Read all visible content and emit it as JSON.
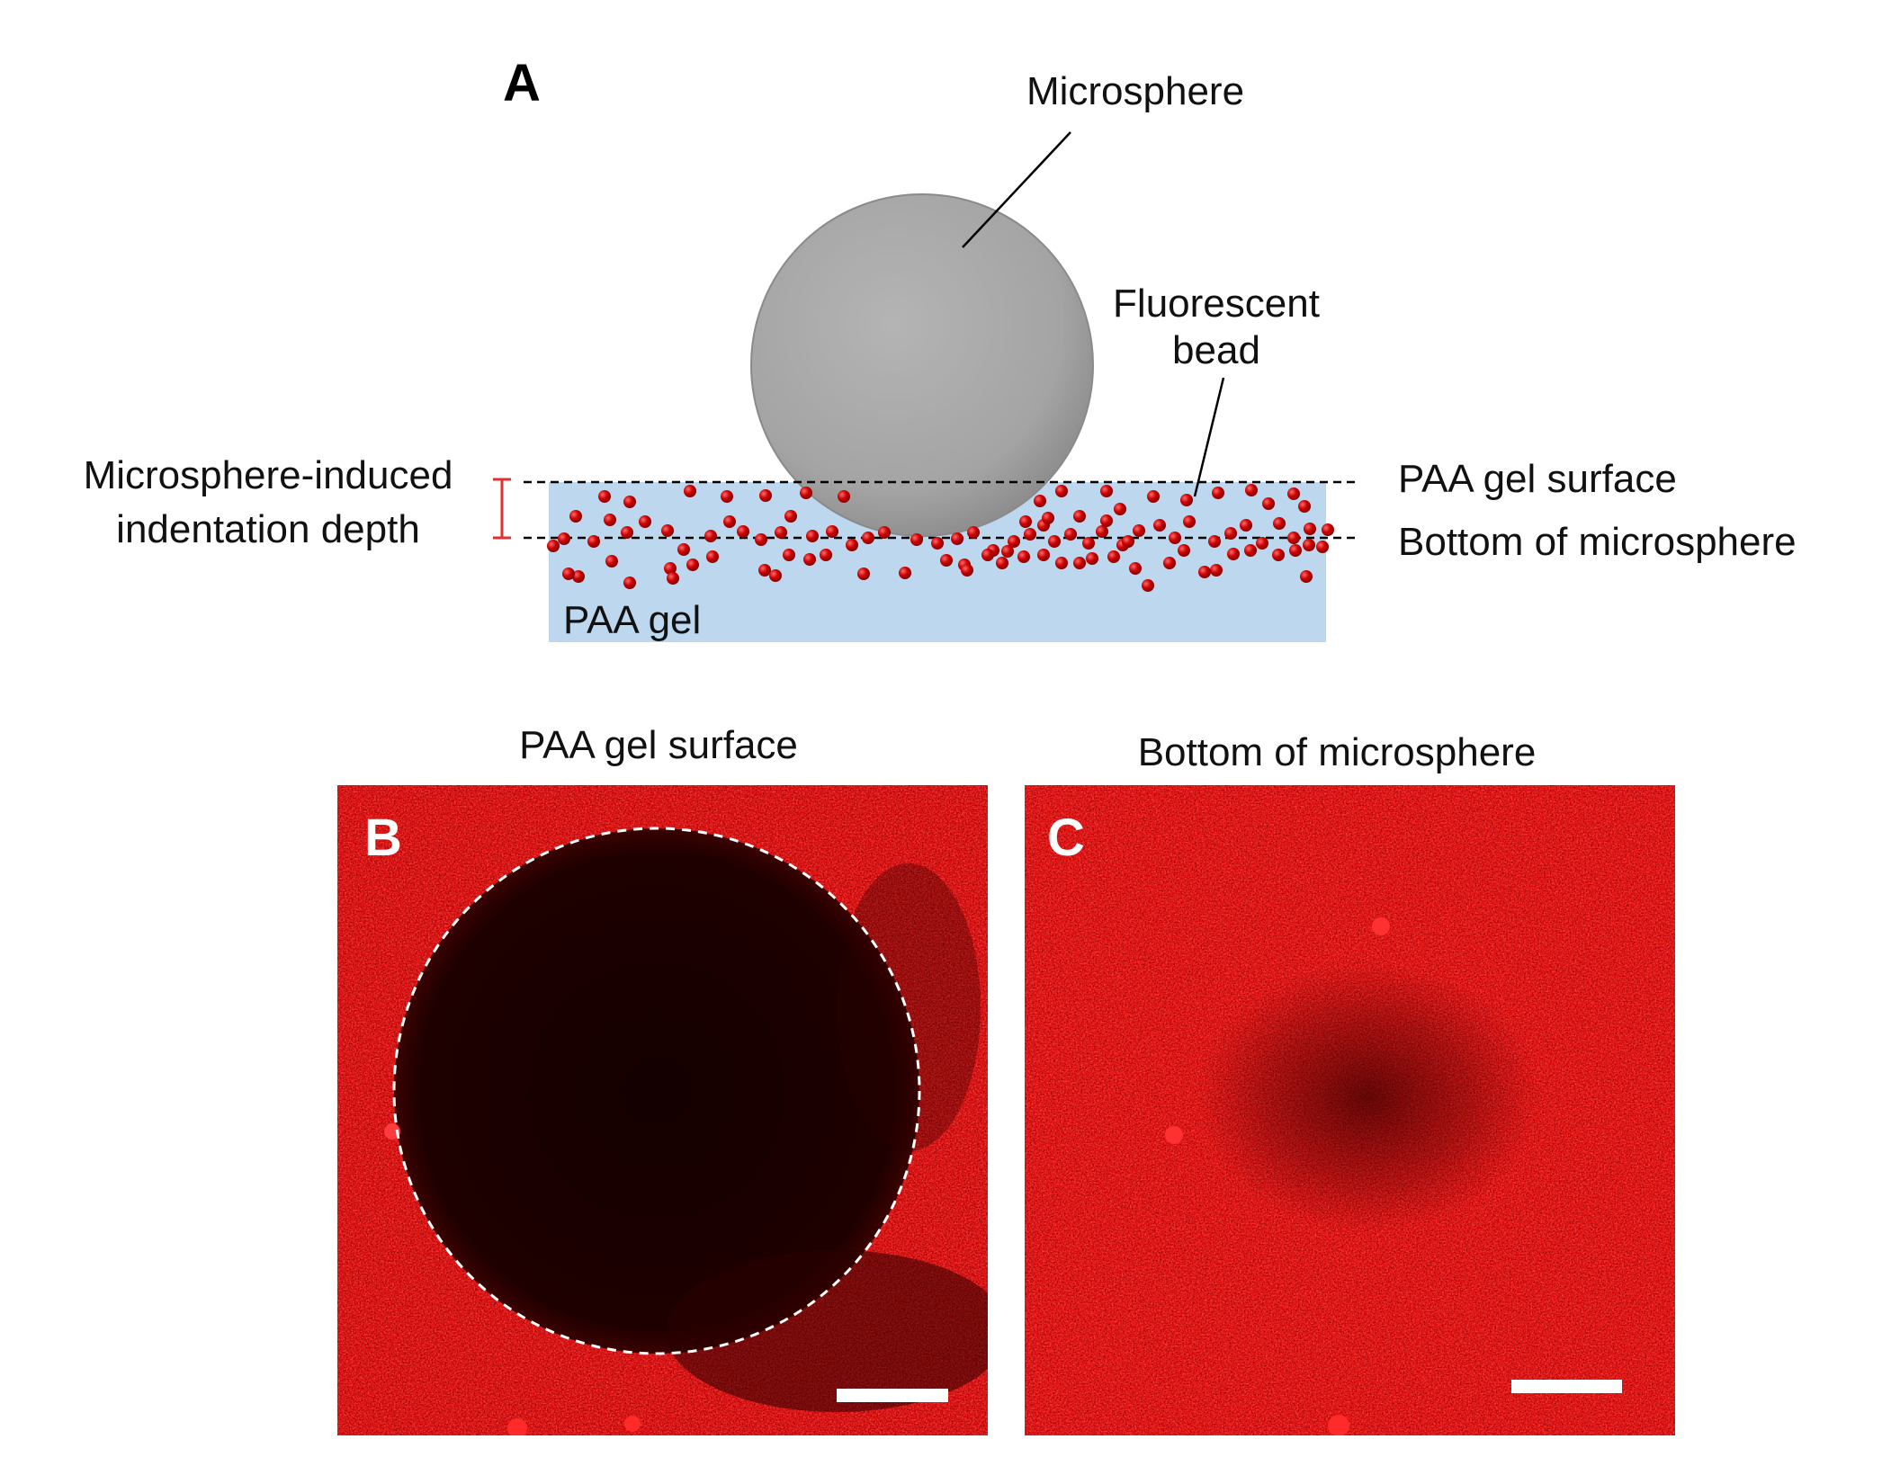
{
  "panel_a": {
    "letter": "A",
    "microsphere_label": "Microsphere",
    "bead_label_line1": "Fluorescent",
    "bead_label_line2": "bead",
    "depth_label_line1": "Microsphere-induced",
    "depth_label_line2": "indentation depth",
    "gel_surface_label": "PAA gel surface",
    "bottom_label": "Bottom of microsphere",
    "gel_label": "PAA gel"
  },
  "panel_b": {
    "letter": "B",
    "title": "PAA gel surface"
  },
  "panel_c": {
    "letter": "C",
    "title": "Bottom of microsphere"
  },
  "colors": {
    "gel_fill": "#bdd7ee",
    "bead": "#c00000",
    "depth_marker": "#e03030",
    "fluorescence": "#e81010",
    "dark_region": "#1a0000",
    "sphere": "#a6a6a6"
  }
}
